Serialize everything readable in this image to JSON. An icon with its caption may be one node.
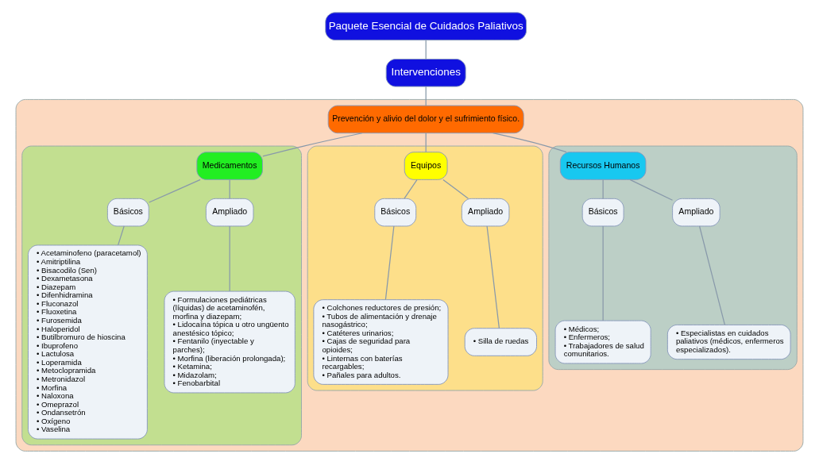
{
  "diagram": {
    "nodes": [
      {
        "text": [
          "Paquete Esencial de Cuidados Paliativos"
        ]
      },
      {
        "text": [
          "Intervenciones"
        ]
      },
      {
        "text": [],
        "shape": "box"
      },
      {
        "text": [
          "Prevención y alivio del dolor y el sufrimiento físico."
        ],
        "in": 2
      },
      {
        "text": [],
        "shape": "box",
        "in": 2
      },
      {
        "text": [
          "Medicamentos"
        ],
        "in": 4
      },
      {
        "text": [
          "Básicos"
        ],
        "in": 4
      },
      {
        "text": [
          "Ampliado"
        ],
        "in": 4
      },
      {
        "text": [
          "• Acetaminofeno (paracetamol)",
          "• Amitriptilina",
          "• Bisacodilo (Sen)",
          "• Dexametasona",
          "• Diazepam",
          "• Difenhidramina",
          "• Fluconazol",
          "• Fluoxetina",
          "• Furosemida",
          "• Haloperidol",
          "• Butilbromuro de hioscina",
          "• Ibuprofeno",
          "• Lactulosa",
          "• Loperamida",
          "• Metoclopramida",
          "• Metronidazol",
          "• Morfina",
          "• Naloxona",
          "• Omeprazol",
          "• Ondansetrón",
          "• Oxígeno",
          "• Vaselina"
        ],
        "in": 4
      },
      {
        "text": [
          "• Formulaciones pediátricas (líquidas) de acetaminofén, morfina y diazepam;",
          "• Lidocaína tópica u otro ungüento anestésico tópico;",
          "• Fentanilo (inyectable y parches);",
          "• Morfina (liberación prolongada);",
          "• Ketamina;",
          "• Midazolam;",
          "• Fenobarbital"
        ],
        "in": 4
      },
      {
        "text": [],
        "shape": "box",
        "in": 2
      },
      {
        "text": [
          "Equipos"
        ],
        "in": 10
      },
      {
        "text": [
          "Básicos"
        ],
        "in": 10
      },
      {
        "text": [
          "Ampliado"
        ],
        "in": 10
      },
      {
        "text": [
          "• Colchones reductores de presión;",
          "• Tubos de alimentación y drenaje nasogástrico;",
          "• Catéteres urinarios;",
          "• Cajas de seguridad para opioides;",
          "• Linternas con baterías recargables;",
          "• Pañales para adultos."
        ],
        "in": 10
      },
      {
        "text": [
          "• Silla de ruedas"
        ],
        "in": 10
      },
      {
        "text": [],
        "shape": "box",
        "in": 2
      },
      {
        "text": [
          "Recursos Humanos"
        ],
        "in": 16
      },
      {
        "text": [
          "Básicos"
        ],
        "in": 16
      },
      {
        "text": [
          "Ampliado"
        ],
        "in": 16
      },
      {
        "text": [
          "• Médicos;",
          "• Enfermeros;",
          "• Trabajadores de salud comunitarios."
        ],
        "in": 16
      },
      {
        "text": [
          "• Especialistas en cuidados paliativos (médicos, enfermeros especializados)."
        ],
        "in": 16
      }
    ],
    "edges": [
      {
        "from": 0,
        "to": 1,
        "arrow": "none"
      },
      {
        "from": 1,
        "to": 3,
        "arrow": "none"
      },
      {
        "from": 3,
        "to": 5,
        "arrow": "none"
      },
      {
        "from": 3,
        "to": 11,
        "arrow": "none"
      },
      {
        "from": 3,
        "to": 17,
        "arrow": "none"
      },
      {
        "from": 5,
        "to": 6,
        "arrow": "none"
      },
      {
        "from": 5,
        "to": 7,
        "arrow": "none"
      },
      {
        "from": 6,
        "to": 8,
        "arrow": "none"
      },
      {
        "from": 7,
        "to": 9,
        "arrow": "none"
      },
      {
        "from": 11,
        "to": 12,
        "arrow": "none"
      },
      {
        "from": 11,
        "to": 13,
        "arrow": "none"
      },
      {
        "from": 12,
        "to": 14,
        "arrow": "none"
      },
      {
        "from": 13,
        "to": 15,
        "arrow": "none"
      },
      {
        "from": 17,
        "to": 18,
        "arrow": "none"
      },
      {
        "from": 17,
        "to": 19,
        "arrow": "none"
      },
      {
        "from": 18,
        "to": 20,
        "arrow": "none"
      },
      {
        "from": 19,
        "to": 21,
        "arrow": "none"
      }
    ]
  }
}
